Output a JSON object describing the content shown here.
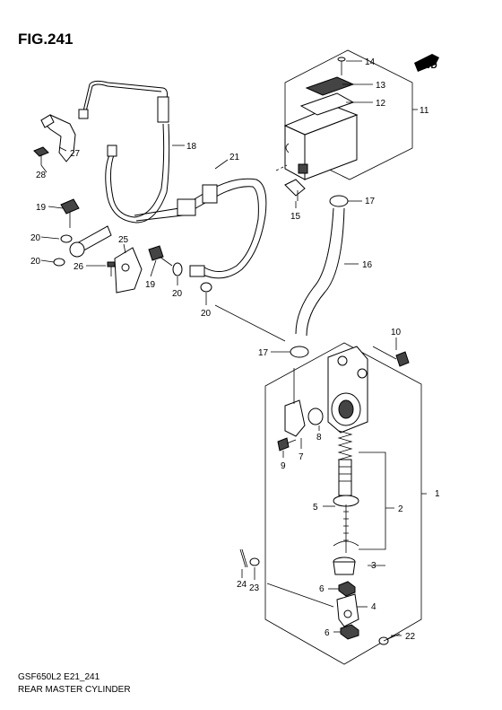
{
  "figure": {
    "title": "FIG.241",
    "code": "GSF650L2 E21_241",
    "caption": "REAR MASTER CYLINDER"
  },
  "fwd_badge": "FWD",
  "callouts": [
    {
      "id": "c1",
      "label": "1"
    },
    {
      "id": "c2",
      "label": "2"
    },
    {
      "id": "c3",
      "label": "3"
    },
    {
      "id": "c4",
      "label": "4"
    },
    {
      "id": "c5",
      "label": "5"
    },
    {
      "id": "c6a",
      "label": "6"
    },
    {
      "id": "c6b",
      "label": "6"
    },
    {
      "id": "c7",
      "label": "7"
    },
    {
      "id": "c8",
      "label": "8"
    },
    {
      "id": "c9",
      "label": "9"
    },
    {
      "id": "c10",
      "label": "10"
    },
    {
      "id": "c11",
      "label": "11"
    },
    {
      "id": "c12",
      "label": "12"
    },
    {
      "id": "c13",
      "label": "13"
    },
    {
      "id": "c14",
      "label": "14"
    },
    {
      "id": "c15",
      "label": "15"
    },
    {
      "id": "c16",
      "label": "16"
    },
    {
      "id": "c17a",
      "label": "17"
    },
    {
      "id": "c17b",
      "label": "17"
    },
    {
      "id": "c18",
      "label": "18"
    },
    {
      "id": "c19a",
      "label": "19"
    },
    {
      "id": "c19b",
      "label": "19"
    },
    {
      "id": "c20a",
      "label": "20"
    },
    {
      "id": "c20b",
      "label": "20"
    },
    {
      "id": "c20c",
      "label": "20"
    },
    {
      "id": "c20d",
      "label": "20"
    },
    {
      "id": "c21",
      "label": "21"
    },
    {
      "id": "c22",
      "label": "22"
    },
    {
      "id": "c23",
      "label": "23"
    },
    {
      "id": "c24",
      "label": "24"
    },
    {
      "id": "c25",
      "label": "25"
    },
    {
      "id": "c26",
      "label": "26"
    },
    {
      "id": "c27",
      "label": "27"
    },
    {
      "id": "c28",
      "label": "28"
    }
  ]
}
